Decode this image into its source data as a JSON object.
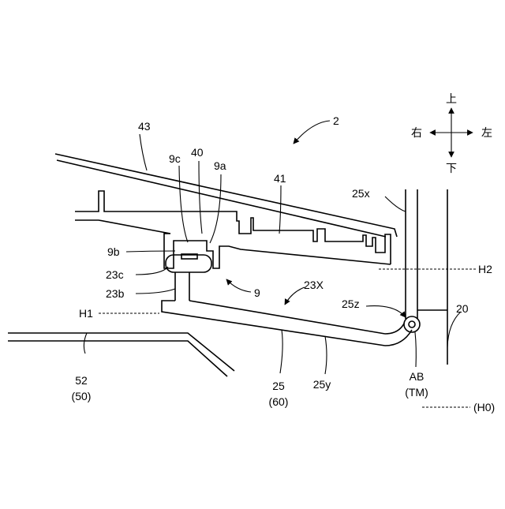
{
  "labels": {
    "l2": "2",
    "l43": "43",
    "l40": "40",
    "l9c": "9c",
    "l9a": "9a",
    "l41": "41",
    "l25x": "25x",
    "l9b": "9b",
    "l23c": "23c",
    "l23b": "23b",
    "l9": "9",
    "l23X": "23X",
    "l25z": "25z",
    "lH1": "H1",
    "lH2": "H2",
    "l20": "20",
    "l52": "52",
    "l50": "(50)",
    "l25": "25",
    "l60": "(60)",
    "l25y": "25y",
    "lAB": "AB",
    "lTM": "(TM)",
    "lH0": "(H0)"
  },
  "directions": {
    "up": "上",
    "down": "下",
    "right": "右",
    "left": "左"
  }
}
